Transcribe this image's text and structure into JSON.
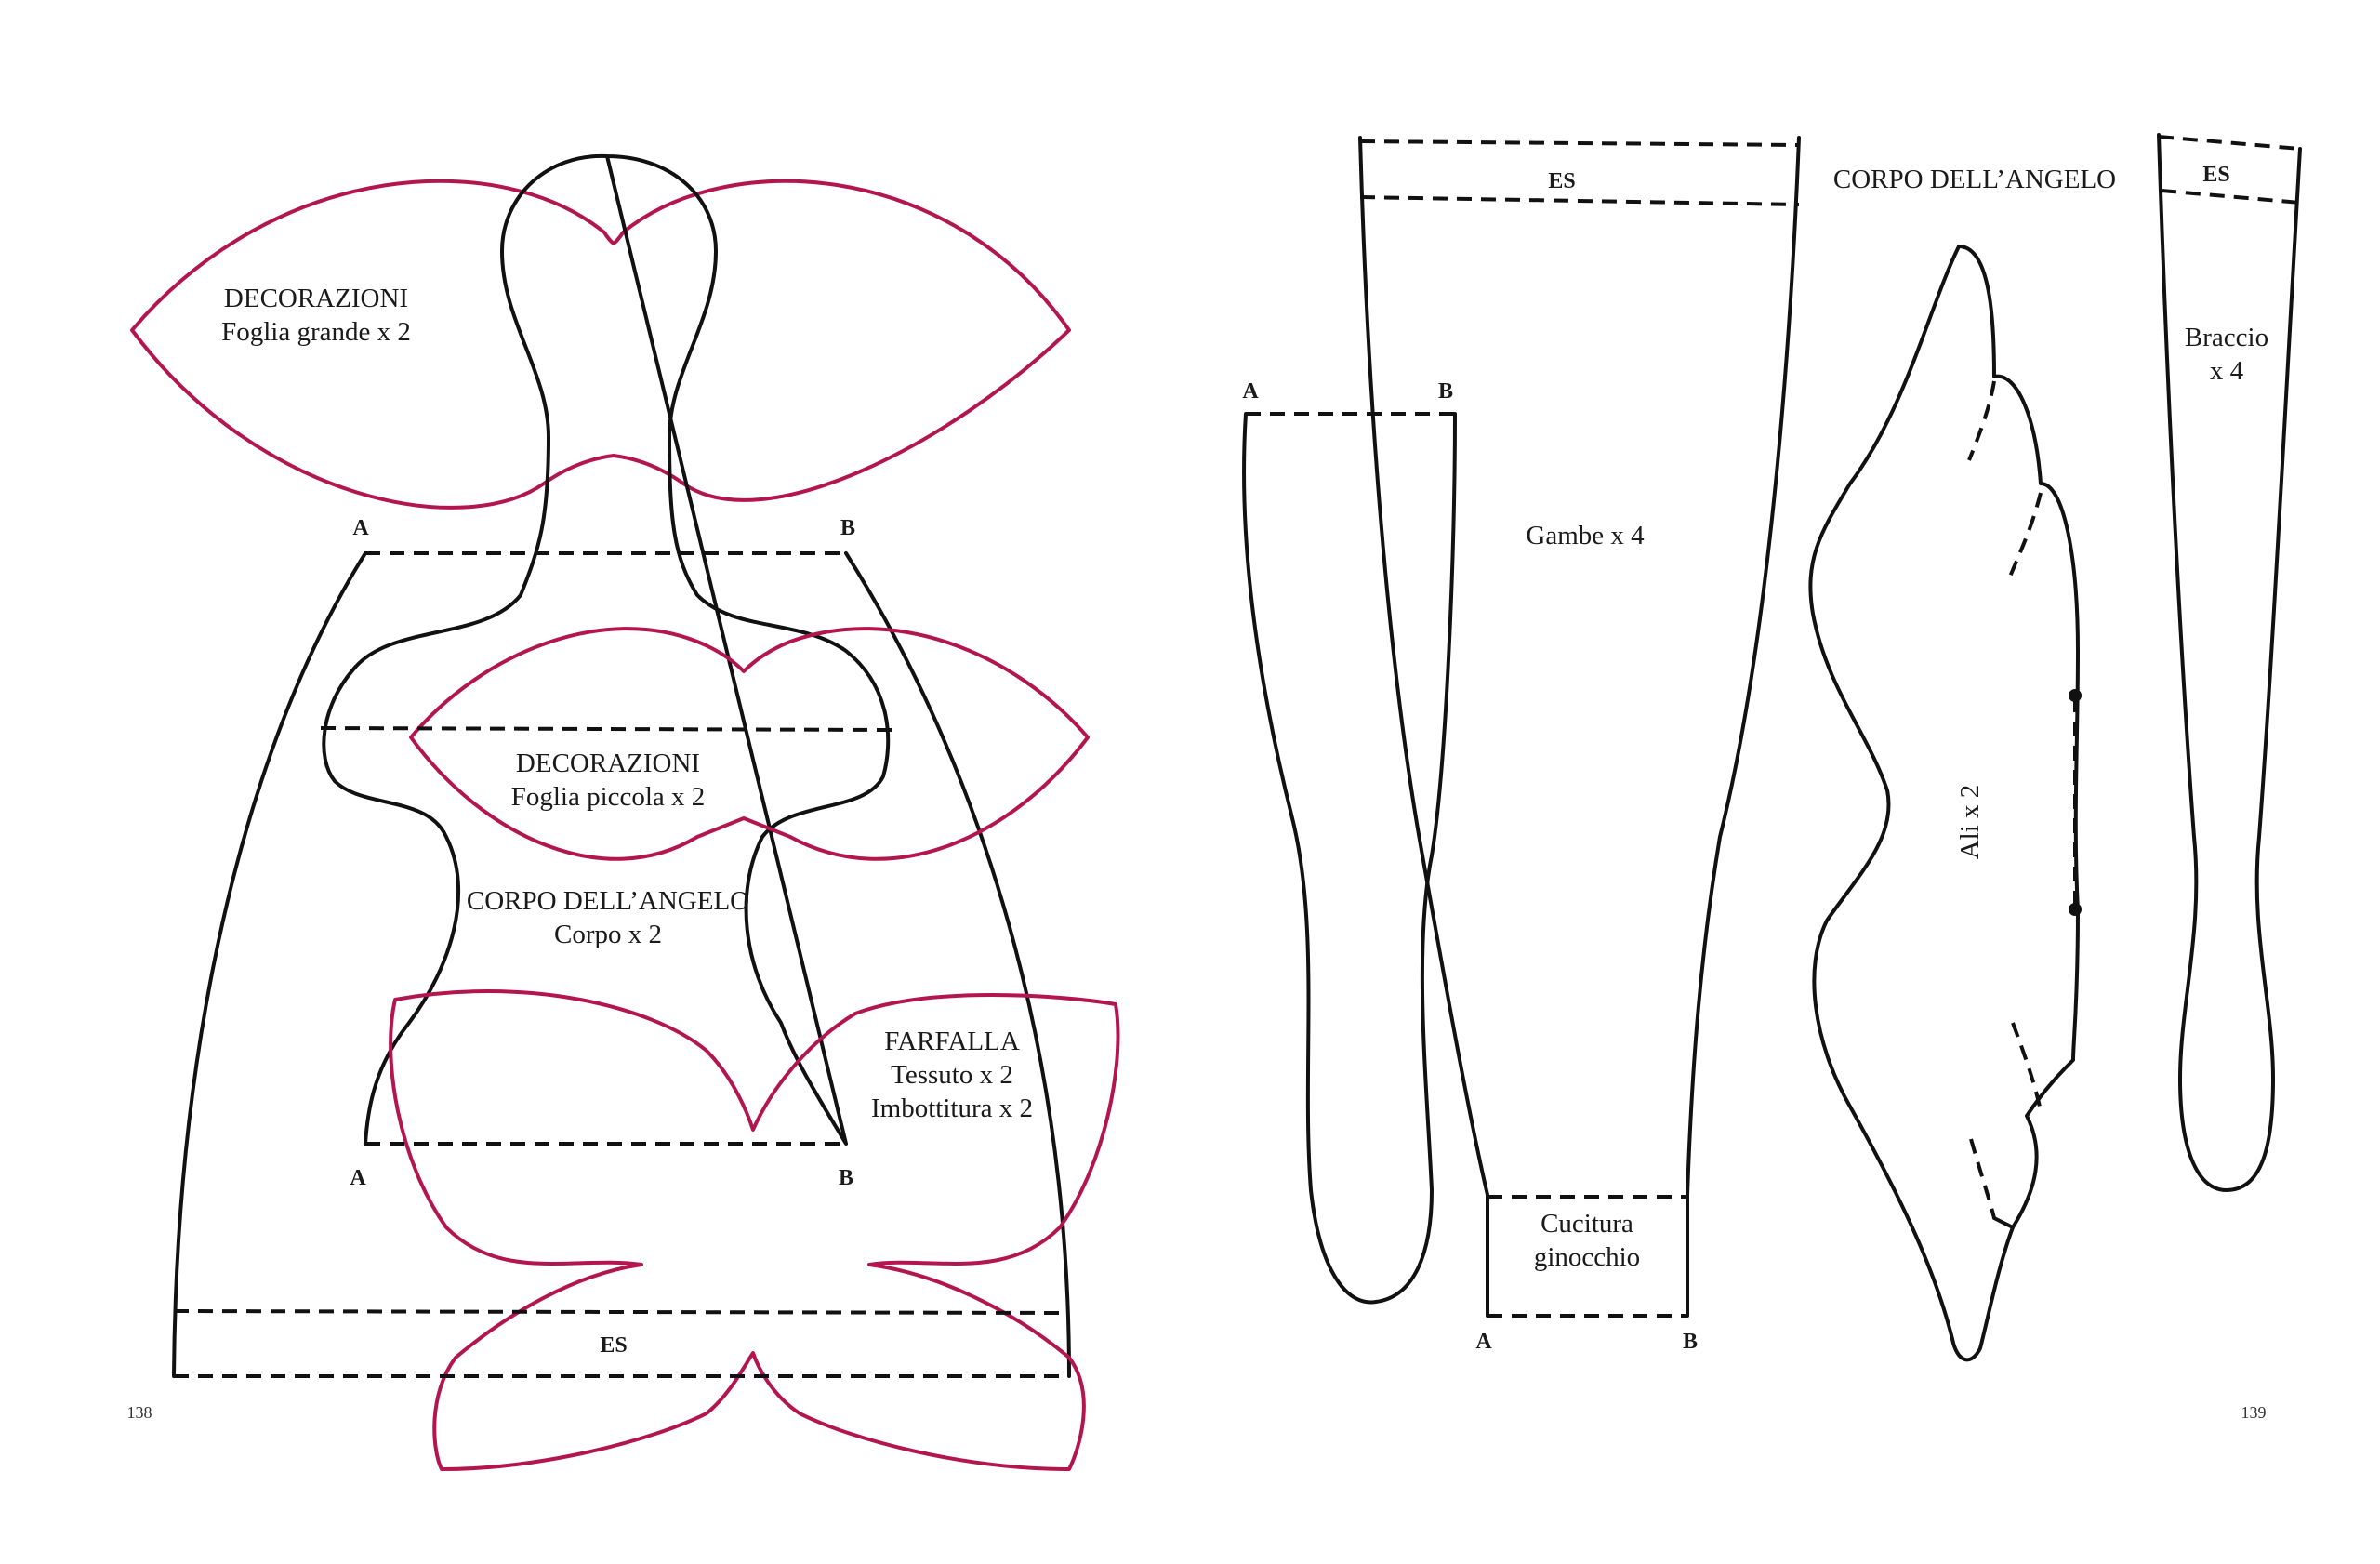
{
  "left_page": {
    "page_number": "138",
    "leaf_large": {
      "title": "DECORAZIONI",
      "subtitle": "Foglia grande x 2"
    },
    "leaf_small": {
      "title": "DECORAZIONI",
      "subtitle": "Foglia piccola x 2"
    },
    "body": {
      "title": "CORPO DELL’ANGELO",
      "subtitle": "Corpo x 2"
    },
    "butterfly": {
      "title": "FARFALLA",
      "line1": "Tessuto x 2",
      "line2": "Imbottitura x 2"
    },
    "markers": {
      "a": "A",
      "b": "B",
      "es": "ES"
    }
  },
  "right_page": {
    "page_number": "139",
    "section_title": "CORPO DELL’ANGELO",
    "legs": "Gambe x 4",
    "knee": {
      "line1": "Cucitura",
      "line2": "ginocchio"
    },
    "wings": "Ali x 2",
    "arm": {
      "line1": "Braccio",
      "line2": "x 4"
    },
    "markers": {
      "a": "A",
      "b": "B",
      "es": "ES"
    }
  },
  "colors": {
    "outline": "#111111",
    "decoration": "#b3164f",
    "background": "#ffffff"
  }
}
